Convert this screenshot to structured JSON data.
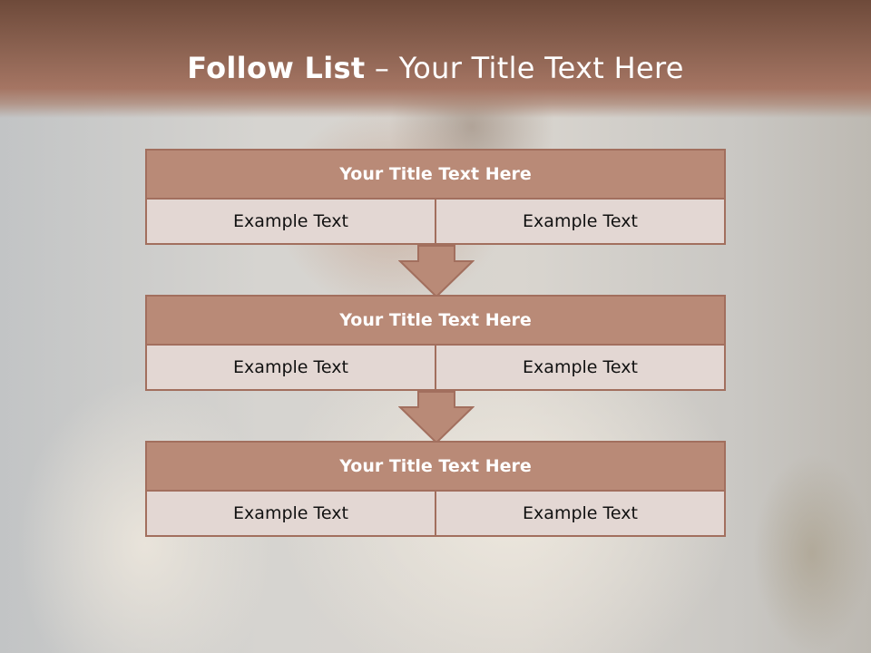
{
  "slide": {
    "title_bold": "Follow List",
    "title_sep": " – ",
    "title_rest": "Your Title Text Here"
  },
  "steps": [
    {
      "title": "Your Title Text Here",
      "left": "Example Text",
      "right": "Example Text"
    },
    {
      "title": "Your Title Text Here",
      "left": "Example Text",
      "right": "Example Text"
    },
    {
      "title": "Your Title Text Here",
      "left": "Example Text",
      "right": "Example Text"
    }
  ],
  "colors": {
    "header": "#8a6150",
    "title_fill": "#b98a77",
    "border": "#a26f5e",
    "cell_fill": "#e3d7d3"
  }
}
